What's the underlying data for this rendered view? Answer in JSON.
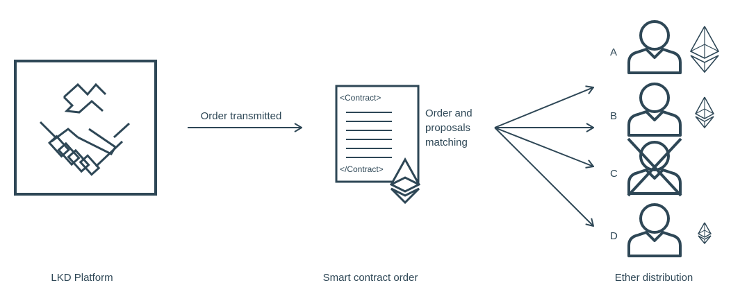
{
  "diagram": {
    "sections": {
      "platform": "LKD Platform",
      "contract": "Smart contract order",
      "distribution": "Ether distribution"
    },
    "arrow_label": "Order transmitted",
    "matching_label": [
      "Order and",
      "proposals",
      "matching"
    ],
    "contract_doc": {
      "open_tag": "<Contract>",
      "close_tag": "</Contract>"
    },
    "recipients": [
      {
        "id": "A",
        "ether_size": "large",
        "excluded": false
      },
      {
        "id": "B",
        "ether_size": "medium",
        "excluded": false
      },
      {
        "id": "C",
        "ether_size": "none",
        "excluded": true
      },
      {
        "id": "D",
        "ether_size": "small",
        "excluded": false
      }
    ],
    "colors": {
      "stroke": "#2e4756",
      "background": "#ffffff"
    }
  }
}
